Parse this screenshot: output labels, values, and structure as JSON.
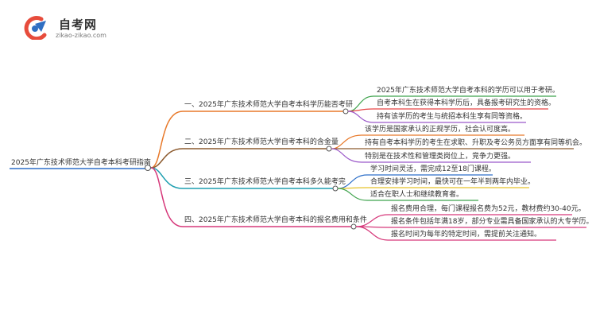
{
  "logo": {
    "title": "自考网",
    "subtitle": "zikao-zikao.com"
  },
  "root": "2025年广东技术师范大学自考本科考研指南",
  "branches": [
    {
      "label": "一、2025年广东技术师范大学自考本科学历能否考研",
      "color": "#e8792a",
      "leaves": [
        "2025年广东技术师范大学自考本科的学历可以用于考研。",
        "自考本科生在获得本科学历后，具备报考研究生的资格。",
        "持有该学历的考生与统招本科生享有同等资格。"
      ],
      "leafColors": [
        "#3fa34d",
        "#e64545",
        "#9b59c9"
      ]
    },
    {
      "label": "二、2025年广东技术师范大学自考本科的含金量",
      "color": "#8c5a2e",
      "leaves": [
        "该学历是国家承认的正规学历，社会认可度高。",
        "持有自考本科学历的考生在求职、升职及考公务员方面享有同等机会。",
        "特别是在技术性和管理类岗位上，竞争力更强。"
      ],
      "leafColors": [
        "#e8792a",
        "#8c5a2e",
        "#9b59c9"
      ]
    },
    {
      "label": "三、2025年广东技术师范大学自考本科多久能考完",
      "color": "#1e9fb0",
      "leaves": [
        "学习时间灵活，需完成12至18门课程。",
        "合理安排学习时间，最快可在一年半到两年内毕业。",
        "适合在职人士和继续教育者。"
      ],
      "leafColors": [
        "#2d6fc9",
        "#e6c229",
        "#3fa34d"
      ]
    },
    {
      "label": "四、2025年广东技术师范大学自考本科的报名费用和条件",
      "color": "#d6387a",
      "leaves": [
        "报名费用合理，每门课程报名费为52元，教材费约30-40元。",
        "报名条件包括年满18岁，部分专业需具备国家承认的大专学历。",
        "报名时间为每年的特定时间，需提前关注通知。"
      ],
      "leafColors": [
        "#d6387a",
        "#d6387a",
        "#d6387a"
      ]
    }
  ]
}
